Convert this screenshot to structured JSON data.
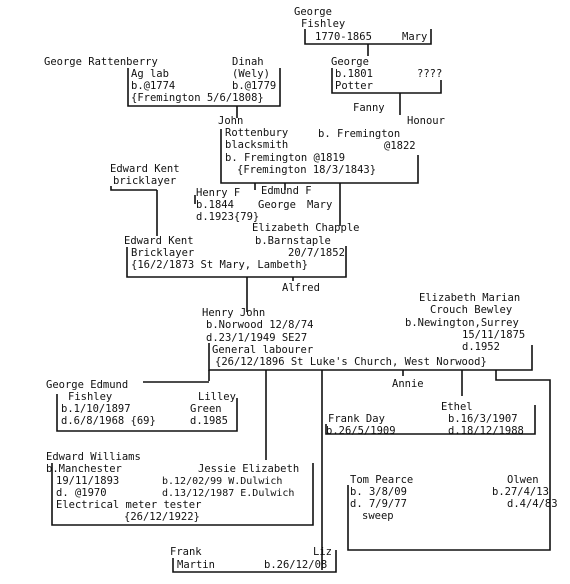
{
  "people": {
    "george_fishley": {
      "given": "George",
      "surname": "Fishley",
      "dates": "1770-1865",
      "spouse": "Mary"
    },
    "george_rattenberry": {
      "name": "George Rattenberry",
      "occupation": "Ag lab",
      "born": "b.@1774",
      "marriage": "{Fremington 5/6/1808}"
    },
    "dinah": {
      "name": "Dinah",
      "maiden": "(Wely)",
      "born": "b.@1779"
    },
    "george_jr": {
      "name": "George",
      "born": "b.1801",
      "spouse": "????",
      "occupation": "Potter"
    },
    "fanny": {
      "name": "Fanny"
    },
    "honour": {
      "name": "Honour",
      "born": "b. Fremington",
      "born_year": "@1822"
    },
    "john": {
      "given": "John",
      "surname": "Rottenbury",
      "occupation": "blacksmith",
      "born": "b. Fremington @1819",
      "marriage": "{Fremington 18/3/1843}"
    },
    "edward_kent_sr": {
      "name": "Edward Kent",
      "occupation": "bricklayer"
    },
    "henry_f": {
      "name": "Henry F",
      "born": "b.1844",
      "died": "d.1923{79}"
    },
    "edmund_f": {
      "name": "Edmund F"
    },
    "george_2": {
      "name": "George"
    },
    "mary_2": {
      "name": "Mary"
    },
    "edward_kent_jr": {
      "name": "Edward Kent",
      "occupation": "Bricklayer",
      "marriage": "{16/2/1873 St Mary, Lambeth}"
    },
    "elizabeth_chapple": {
      "name": "Elizabeth Chapple",
      "born": "b.Barnstaple",
      "born_date": "20/7/1852"
    },
    "alfred": {
      "name": "Alfred"
    },
    "henry_john": {
      "name": "Henry John",
      "born": "b.Norwood 12/8/74",
      "died": "d.23/1/1949 SE27",
      "occupation": "General labourer",
      "marriage": "{26/12/1896 St Luke's Church, West Norwood}"
    },
    "elizabeth_marian": {
      "name1": "Elizabeth Marian",
      "name2": "Crouch Bewley",
      "born": "b.Newington,Surrey",
      "born_date": "15/11/1875",
      "died": "d.1952"
    },
    "george_edmund": {
      "given": "George Edmund",
      "surname": "Fishley",
      "born": "b.1/10/1897",
      "died": "d.6/8/1968 {69}"
    },
    "lilley": {
      "name": "Lilley",
      "surname": "Green",
      "died": "d.1985"
    },
    "annie": {
      "name": "Annie"
    },
    "ethel": {
      "name": "Ethel",
      "born": "b.16/3/1907",
      "died": "d.18/12/1988"
    },
    "frank_day": {
      "name": "Frank Day",
      "born": "b.26/5/1909"
    },
    "edward_williams": {
      "name": "Edward Williams",
      "born": "b.Manchester",
      "born_date": "19/11/1893",
      "died": "d. @1970",
      "occupation": "Electrical meter tester",
      "marriage": "{26/12/1922}"
    },
    "jessie": {
      "name": "Jessie Elizabeth",
      "born": "b.12/02/99 W.Dulwich",
      "died": "d.13/12/1987 E.Dulwich"
    },
    "tom_pearce": {
      "name": "Tom Pearce",
      "born": "b.  3/8/09",
      "died": "d.  7/9/77",
      "occupation": "sweep"
    },
    "olwen": {
      "name": "Olwen",
      "born": "b.27/4/13",
      "died": "d.4/4/83"
    },
    "frank_martin": {
      "given": "Frank",
      "surname": "Martin"
    },
    "liz": {
      "name": "Liz",
      "born": "b.26/12/08"
    }
  }
}
